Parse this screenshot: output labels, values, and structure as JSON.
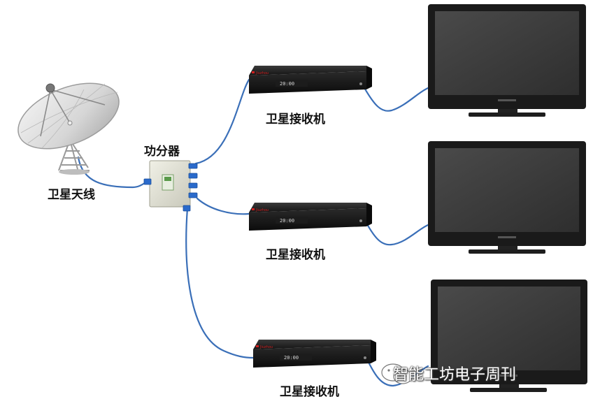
{
  "labels": {
    "antenna": "卫星天线",
    "splitter": "功分器",
    "receiver_1": "卫星接收机",
    "receiver_2": "卫星接收机",
    "receiver_3": "卫星接收机"
  },
  "receiver": {
    "brand": "Jiuzhou",
    "display": "20:00"
  },
  "watermark": {
    "text": "智能工坊电子周刊",
    "icon": "wechat-icon"
  },
  "colors": {
    "cable": "#3a6fb8",
    "connector": "#2a6acb",
    "tv_body": "#1a1a1a",
    "screen": "#3c3c3c",
    "receiver_body": "#222222",
    "brand": "#d02020",
    "display": "#d9d9d9"
  }
}
